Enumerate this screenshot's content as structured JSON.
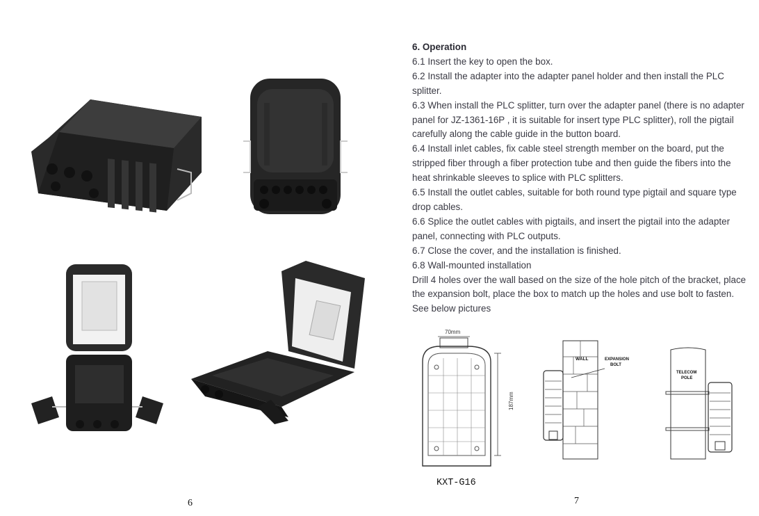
{
  "left_page": {
    "page_number": "6",
    "photos": [
      {
        "name": "closed-box-angle-view"
      },
      {
        "name": "closed-box-front-view"
      },
      {
        "name": "open-box-front-view"
      },
      {
        "name": "open-box-angle-view"
      }
    ]
  },
  "right_page": {
    "page_number": "7",
    "heading": "6.   Operation",
    "steps": [
      "6.1 Insert the key to open the box.",
      "6.2 Install the adapter into the adapter panel holder and then install the PLC splitter.",
      "6.3 When install the PLC splitter, turn over the adapter panel (there is no adapter panel for JZ-1361-16P , it is suitable for insert type PLC splitter), roll the pigtail carefully along the cable guide in the button board.",
      "6.4 Install inlet cables, fix cable steel strength member on the board, put the stripped fiber through a fiber protection tube and then guide the fibers into the heat shrinkable sleeves to splice with PLC splitters.",
      "6.5 Install the outlet cables, suitable for both round type pigtail and square type drop cables.",
      "6.6 Splice the outlet cables with pigtails, and insert the pigtail into the adapter panel, connecting with PLC outputs.",
      "6.7 Close the cover, and the installation is finished.",
      "6.8 Wall-mounted installation",
      "Drill 4 holes over the wall based on the size of the hole pitch of the bracket, place the expansion bolt, place the box to match up the holes and use bolt to fasten. See below pictures"
    ],
    "figures": {
      "dimension_width": "70mm",
      "dimension_height": "187mm",
      "wall_label": "WALL",
      "bolt_label_line1": "EXPANSION",
      "bolt_label_line2": "BOLT",
      "pole_label_line1": "TELECOM",
      "pole_label_line2": "POLE"
    },
    "model_label": "KXT-G16"
  }
}
